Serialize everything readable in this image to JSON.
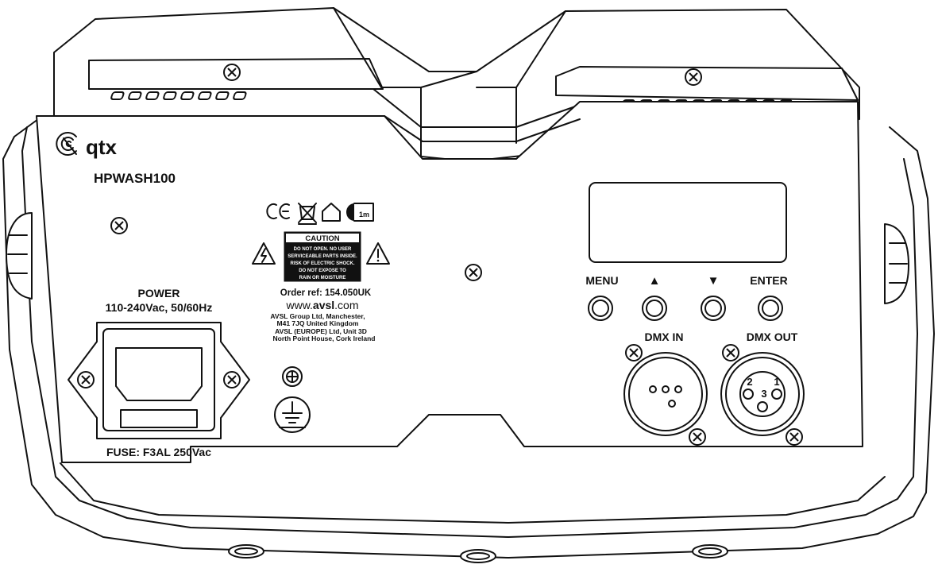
{
  "brand": {
    "name": "qtx",
    "model": "HPWASH100"
  },
  "power": {
    "title": "POWER",
    "rating": "110-240Vac, 50/60Hz",
    "fuse": "FUSE: F3AL 250Vac"
  },
  "certifications": {
    "ip_note": "1m"
  },
  "caution": {
    "title": "CAUTION",
    "lines": [
      "DO NOT OPEN. NO USER",
      "SERVICEABLE PARTS INSIDE.",
      "RISK OF ELECTRIC SHOCK.",
      "DO NOT EXPOSE TO",
      "RAIN OR MOISTURE"
    ]
  },
  "info": {
    "order_ref": "Order ref: 154.050UK",
    "website_prefix": "www.",
    "website_bold": "avsl",
    "website_suffix": ".com",
    "address_lines": [
      "AVSL Group Ltd, Manchester,",
      "M41 7JQ United Kingdom",
      "AVSL (EUROPE) Ltd, Unit 3D",
      "North Point House, Cork Ireland"
    ]
  },
  "controls": {
    "menu": "MENU",
    "up": "▲",
    "down": "▼",
    "enter": "ENTER"
  },
  "dmx": {
    "in": "DMX IN",
    "out": "DMX OUT",
    "pins": [
      "2",
      "1",
      "3"
    ]
  }
}
